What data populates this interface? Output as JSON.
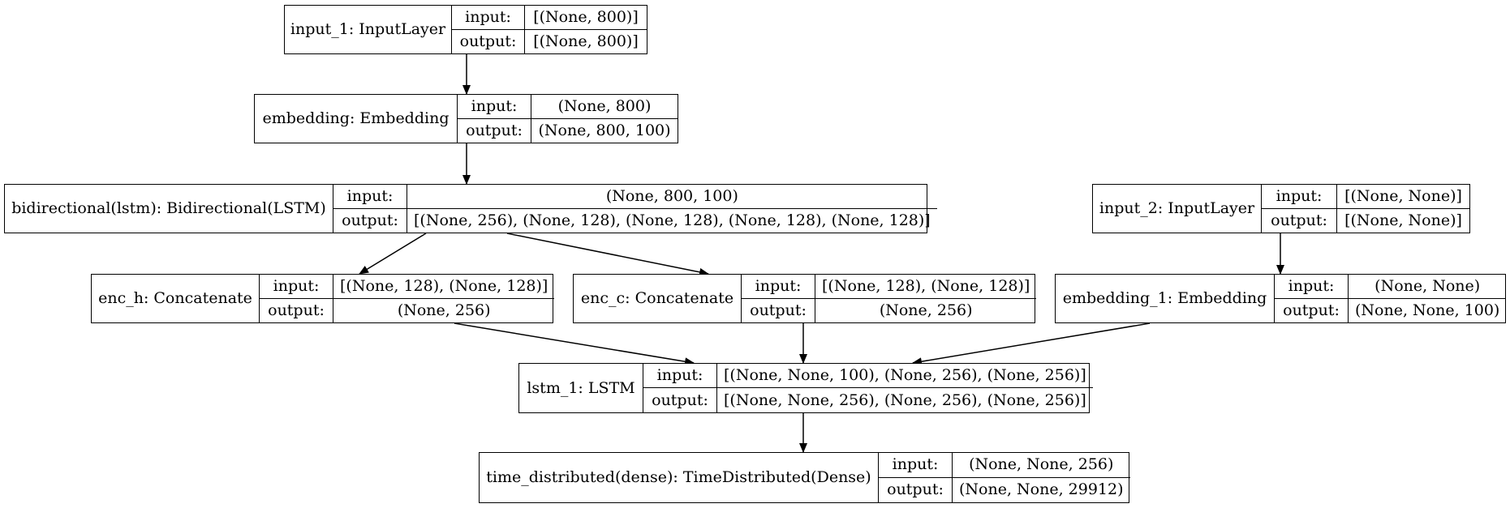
{
  "nodes": [
    {
      "id": "input_1",
      "label": "input_1: InputLayer",
      "input": "[(None, 800)]",
      "output": "[(None, 800)]"
    },
    {
      "id": "embedding",
      "label": "embedding: Embedding",
      "input": "(None, 800)",
      "output": "(None, 800, 100)"
    },
    {
      "id": "bidirectional",
      "label": "bidirectional(lstm): Bidirectional(LSTM)",
      "input": "(None, 800, 100)",
      "output": "[(None, 256), (None, 128), (None, 128), (None, 128), (None, 128)]"
    },
    {
      "id": "input_2",
      "label": "input_2: InputLayer",
      "input": "[(None, None)]",
      "output": "[(None, None)]"
    },
    {
      "id": "enc_h",
      "label": "enc_h: Concatenate",
      "input": "[(None, 128), (None, 128)]",
      "output": "(None, 256)"
    },
    {
      "id": "enc_c",
      "label": "enc_c: Concatenate",
      "input": "[(None, 128), (None, 128)]",
      "output": "(None, 256)"
    },
    {
      "id": "embedding_1",
      "label": "embedding_1: Embedding",
      "input": "(None, None)",
      "output": "(None, None, 100)"
    },
    {
      "id": "lstm_1",
      "label": "lstm_1: LSTM",
      "input": "[(None, None, 100), (None, 256), (None, 256)]",
      "output": "[(None, None, 256), (None, 256), (None, 256)]"
    },
    {
      "id": "time_distributed",
      "label": "time_distributed(dense): TimeDistributed(Dense)",
      "input": "(None, None, 256)",
      "output": "(None, None, 29912)"
    }
  ],
  "port_labels": {
    "input": "input:",
    "output": "output:"
  },
  "edges": [
    {
      "from": "input_1",
      "to": "embedding"
    },
    {
      "from": "embedding",
      "to": "bidirectional"
    },
    {
      "from": "bidirectional",
      "to": "enc_h"
    },
    {
      "from": "bidirectional",
      "to": "enc_c"
    },
    {
      "from": "input_2",
      "to": "embedding_1"
    },
    {
      "from": "enc_h",
      "to": "lstm_1"
    },
    {
      "from": "enc_c",
      "to": "lstm_1"
    },
    {
      "from": "embedding_1",
      "to": "lstm_1"
    },
    {
      "from": "lstm_1",
      "to": "time_distributed"
    }
  ],
  "colors": {
    "stroke": "#000000",
    "background": "#ffffff"
  }
}
